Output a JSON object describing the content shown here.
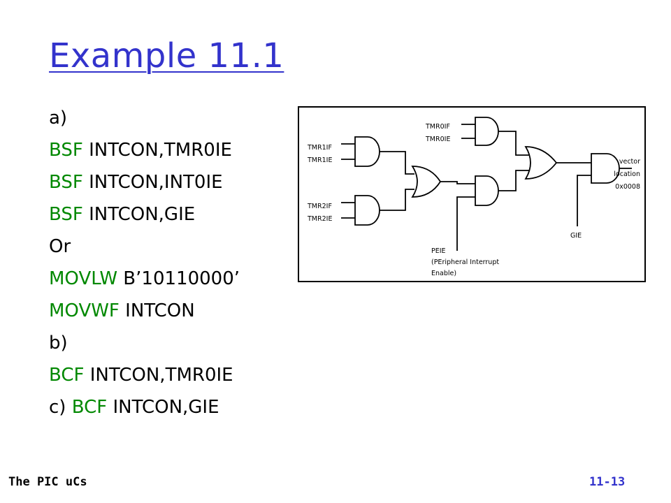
{
  "slide": {
    "title": "Example 11.1",
    "footer_left": "The PIC uCs",
    "footer_right": "11-13",
    "lines": [
      {
        "prefix": "a)",
        "keyword": "",
        "rest": ""
      },
      {
        "prefix": "",
        "keyword": "BSF",
        "rest": " INTCON,TMR0IE"
      },
      {
        "prefix": "",
        "keyword": "BSF",
        "rest": " INTCON,INT0IE"
      },
      {
        "prefix": "",
        "keyword": "BSF",
        "rest": " INTCON,GIE"
      },
      {
        "prefix": "Or",
        "keyword": "",
        "rest": ""
      },
      {
        "prefix": "",
        "keyword": "MOVLW",
        "rest": " B’10110000’"
      },
      {
        "prefix": "",
        "keyword": "MOVWF",
        "rest": " INTCON"
      },
      {
        "prefix": "b)",
        "keyword": "",
        "rest": ""
      },
      {
        "prefix": "",
        "keyword": "BCF",
        "rest": " INTCON,TMR0IE"
      },
      {
        "prefix": "c) ",
        "keyword": "BCF",
        "rest": " INTCON,GIE"
      }
    ]
  },
  "diagram": {
    "labels": {
      "tmr0if": "TMR0IF",
      "tmr0ie": "TMR0IE",
      "tmr1if": "TMR1IF",
      "tmr1ie": "TMR1IE",
      "tmr2if": "TMR2IF",
      "tmr2ie": "TMR2IE",
      "vector1": "vector",
      "vector2": "location",
      "vector3": "0x0008",
      "gie": "GIE",
      "peie1": "PEIE",
      "peie2": "(PEripheral Interrupt",
      "peie3": "Enable)"
    }
  },
  "colors": {
    "title": "#3333cc",
    "keyword": "#008800",
    "footer_right": "#3333cc"
  }
}
